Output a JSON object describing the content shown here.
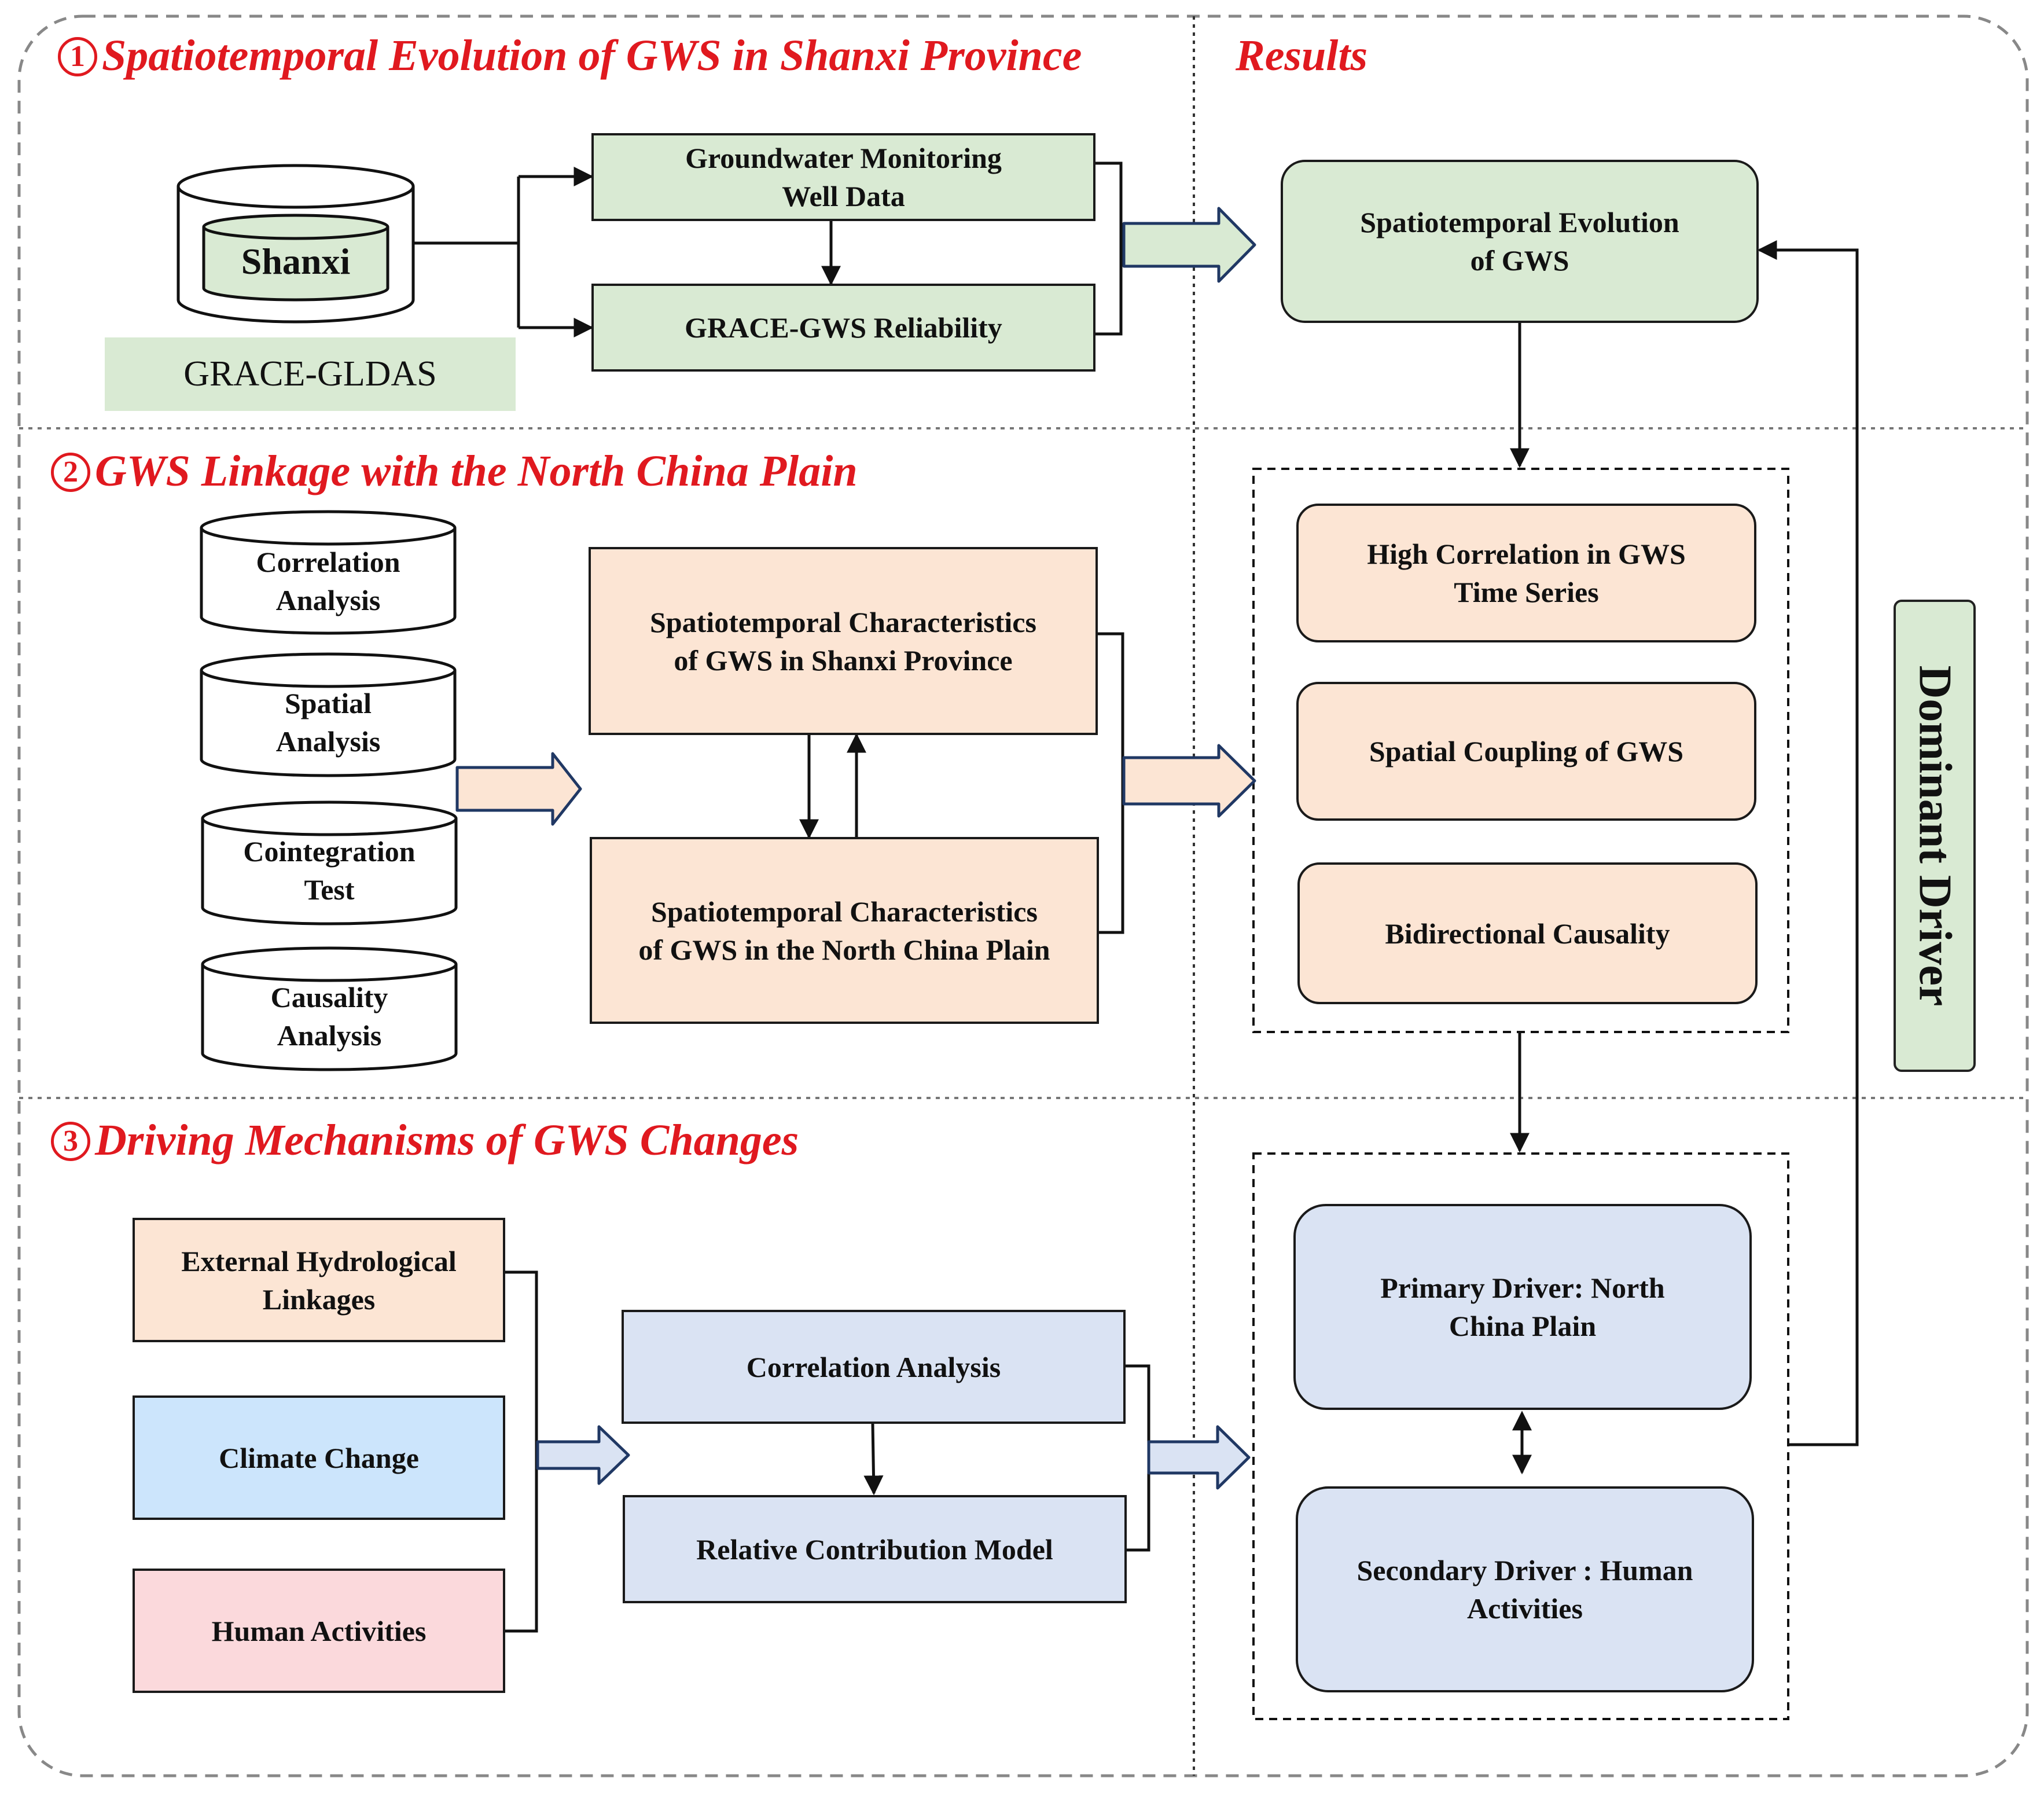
{
  "sections": {
    "s1": {
      "number": "1",
      "title": "Spatiotemporal Evolution of GWS in Shanxi Province"
    },
    "s2": {
      "number": "2",
      "title": "GWS Linkage with the North China Plain"
    },
    "s3": {
      "number": "3",
      "title": "Driving Mechanisms of GWS Changes"
    },
    "results": {
      "title": "Results"
    }
  },
  "datasource": {
    "cylinder_label": "Shanxi",
    "caption": "GRACE-GLDAS"
  },
  "methods": {
    "correlation": "Correlation\nAnalysis",
    "spatial": "Spatial\nAnalysis",
    "cointegration": "Cointegration\nTest",
    "causality": "Causality\nAnalysis"
  },
  "boxes": {
    "groundwater_wells": "Groundwater Monitoring\nWell Data",
    "grace_reliability": "GRACE-GWS Reliability",
    "char_shanxi": "Spatiotemporal Characteristics\nof GWS in Shanxi Province",
    "char_ncp": "Spatiotemporal Characteristics\nof GWS in the North China Plain",
    "external_hydro": "External Hydrological\nLinkages",
    "climate_change": "Climate Change",
    "human_activities": "Human Activities",
    "corr_analysis": "Correlation Analysis",
    "rel_contribution": "Relative Contribution Model"
  },
  "results": {
    "evolution": "Spatiotemporal Evolution\nof GWS",
    "high_corr": "High Correlation in GWS\nTime Series",
    "spatial_coupling": "Spatial Coupling of GWS",
    "bidirectional": "Bidirectional Causality",
    "primary_driver": "Primary Driver: North\nChina Plain",
    "secondary_driver": "Secondary Driver : Human\nActivities",
    "dominant_driver": "Dominant Driver"
  },
  "colors": {
    "green": "#d9ead3",
    "peach": "#fce5d4",
    "blue": "#dae3f3",
    "light_blue": "#cce5fc",
    "pink": "#fbd9dc",
    "title_red": "#e0191f",
    "arrow_outline": "#203864"
  }
}
